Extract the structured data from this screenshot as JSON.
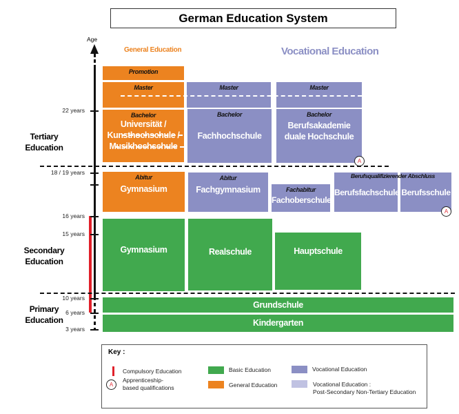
{
  "title": "German Education System",
  "axis": {
    "label": "Age",
    "ticks": [
      "22 years",
      "18 / 19 years",
      "16 years",
      "15 years",
      "10 years",
      "6 years",
      "3 years"
    ]
  },
  "columns": {
    "general": "General Education",
    "vocational": "Vocational Education"
  },
  "levels": {
    "tertiary": [
      "Tertiary",
      "Education"
    ],
    "secondary": [
      "Secondary",
      "Education"
    ],
    "primary": [
      "Primary",
      "Education"
    ]
  },
  "tertiary": {
    "promotion": "Promotion",
    "master": "Master",
    "bachelor": "Bachelor",
    "uni": [
      "Universität /",
      "Kunsthochschule /",
      "Musikhochschule"
    ],
    "fh": "Fachhochschule",
    "ba": [
      "Berufsakademie",
      "duale Hochschule"
    ]
  },
  "upper_secondary": {
    "abitur": "Abitur",
    "gymnasium": "Gymnasium",
    "fachgymnasium": "Fachgymnasium",
    "fachabitur": "Fachabitur",
    "fachoberschule": "Fachoberschule",
    "berufsq": "Berufsqualifizierender Abschluss",
    "berufsfachschule": "Berufsfachschule",
    "berufsschule": "Berufsschule"
  },
  "lower_secondary": {
    "gymnasium": "Gymnasium",
    "realschule": "Realschule",
    "hauptschule": "Hauptschule"
  },
  "primary": {
    "grundschule": "Grundschule",
    "kindergarten": "Kindergarten"
  },
  "apprenticeship_symbol": "A",
  "key": {
    "title": "Key :",
    "compulsory": "Compulsory Education",
    "apprenticeship": [
      "Apprenticeship-",
      "based qualifications"
    ],
    "basic": "Basic Education",
    "general": "General Education",
    "vocational": "Vocational Education",
    "postsec": [
      "Vocational Education :",
      "Post-Secondary Non-Tertiary Education"
    ]
  },
  "colors": {
    "general": "#ec8320",
    "vocational": "#8b8fc4",
    "basic": "#41a94e",
    "postsec": "#c0c2e2",
    "compulsory": "#e0202a"
  }
}
